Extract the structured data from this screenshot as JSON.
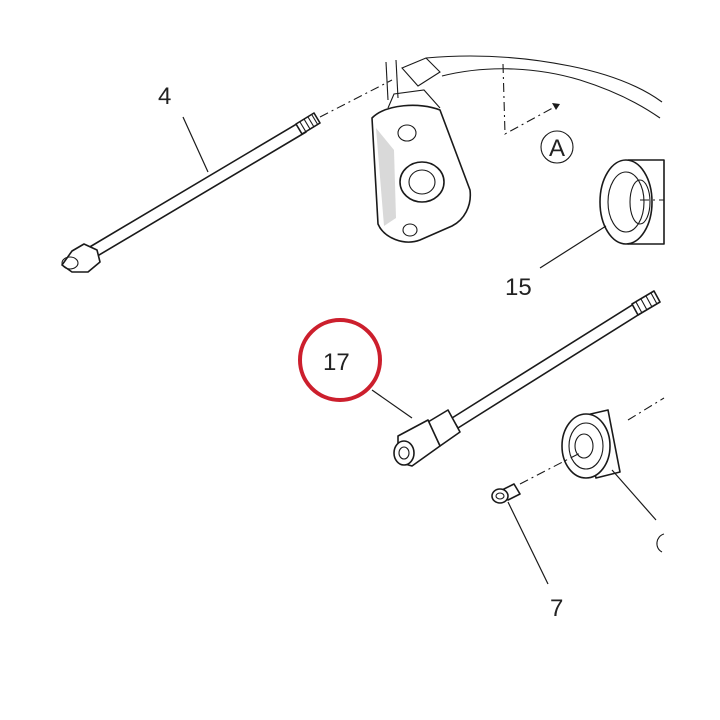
{
  "callouts": {
    "part_4": "4",
    "part_15": "15",
    "part_17": "17",
    "part_7": "7",
    "view_a": "A"
  },
  "highlight": {
    "target_part": "17",
    "color": "#cc1f2d"
  },
  "colors": {
    "line": "#1a1a1a",
    "shade": "#d9d9d9",
    "background": "#ffffff"
  }
}
